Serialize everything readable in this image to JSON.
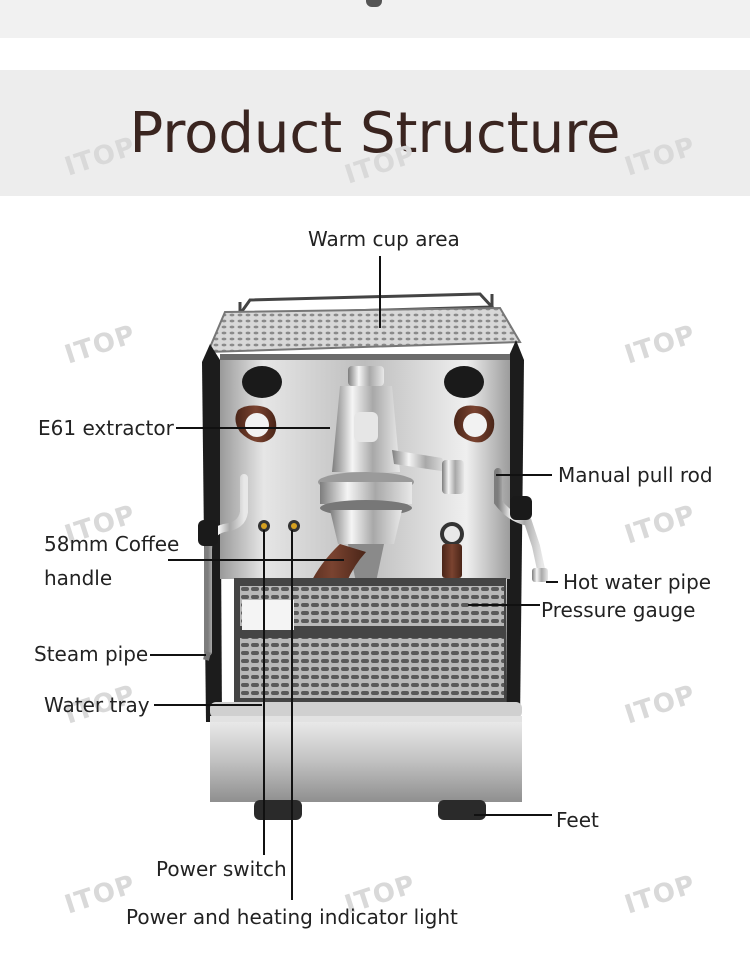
{
  "title": "Product Structure",
  "watermark": "ITOP",
  "labels": {
    "warm_cup_area": "Warm cup area",
    "e61_extractor": "E61 extractor",
    "manual_pull_rod": "Manual pull rod",
    "coffee_handle_line1": "58mm Coffee",
    "coffee_handle_line2": "handle",
    "hot_water_pipe": "Hot water pipe",
    "pressure_gauge": "Pressure gauge",
    "steam_pipe": "Steam pipe",
    "water_tray": "Water tray",
    "feet": "Feet",
    "power_switch": "Power switch",
    "indicator_light": "Power and heating indicator light"
  },
  "colors": {
    "title": "#3a2520",
    "header_band": "#ededed",
    "steel": "#c9c9c9",
    "wood": "#6b3a2a",
    "frame": "#1c1c1c"
  }
}
